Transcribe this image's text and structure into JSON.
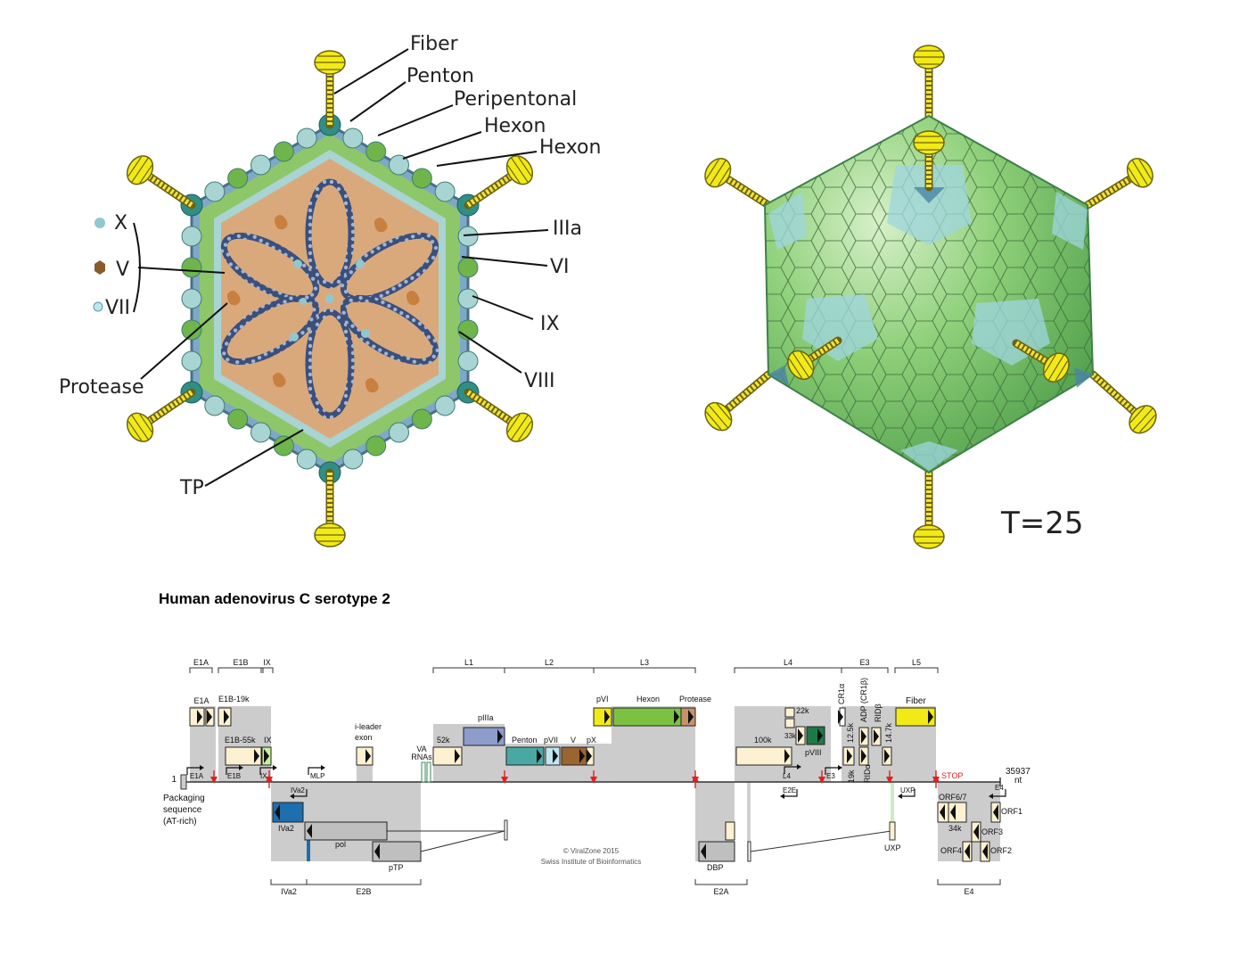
{
  "cross_section": {
    "labels": {
      "fiber": "Fiber",
      "penton": "Penton",
      "peripentonal": "Peripentonal",
      "hexon1": "Hexon",
      "hexon2": "Hexon",
      "iiia": "IIIa",
      "vi": "VI",
      "ix": "IX",
      "viii": "VIII",
      "x": "X",
      "v": "V",
      "vii": "VII",
      "protease": "Protease",
      "tp": "TP"
    },
    "colors": {
      "core": "#d9a97c",
      "hexon": "#a9d4d4",
      "green": "#7cbf55",
      "yellow": "#f5e23a",
      "dark_teal": "#2f8f86"
    }
  },
  "capsid_3d": {
    "t_number": "T=25",
    "colors": {
      "green": "#6cbd5a",
      "pale": "#cde9c2",
      "blue": "#9fd6e0"
    }
  },
  "genome": {
    "title": "Human adenovirus C serotype 2",
    "left_end": "1",
    "length_label": "35937",
    "length_unit": "nt",
    "packaging": [
      "Packaging",
      "sequence",
      "(AT-rich)"
    ],
    "stop_label": "STOP",
    "credit1": "© ViralZone 2015",
    "credit2": "Swiss Institute of Bioinformatics",
    "top_regions": [
      {
        "label": "E1A"
      },
      {
        "label": "E1B"
      },
      {
        "label": "IX"
      },
      {
        "label": "L1"
      },
      {
        "label": "L2"
      },
      {
        "label": "L3"
      },
      {
        "label": "L4"
      },
      {
        "label": "E3"
      },
      {
        "label": "L5"
      }
    ],
    "bottom_regions": [
      {
        "label": "IVa2"
      },
      {
        "label": "E2B"
      },
      {
        "label": "E2A"
      },
      {
        "label": "E4"
      }
    ],
    "genes": {
      "e1a": "E1A",
      "e1b19k": "E1B-19k",
      "e1b55k": "E1B-55k",
      "ix": "IX",
      "ileader": "i-leader",
      "exon": "exon",
      "va": "VA",
      "rnas": "RNAs",
      "k52": "52k",
      "piiia": "pIIIa",
      "penton": "Penton",
      "pvii": "pVII",
      "v": "V",
      "px": "pX",
      "pvi": "pVI",
      "hexon": "Hexon",
      "protease": "Protease",
      "k100": "100k",
      "k22": "22k",
      "k33": "33k",
      "pviii": "pVIII",
      "cr1a": "CR1α",
      "k125": "12.5k",
      "adp": "ADP (CR1β)",
      "ridb": "RIDβ",
      "k147": "14.7k",
      "rida": "RIDα",
      "k19": "19k",
      "fiber": "Fiber",
      "iva2": "IVa2",
      "pol": "pol",
      "ptp": "pTP",
      "dbp": "DBP",
      "uxp": "UXP",
      "orf67": "ORF6/7",
      "k34": "34k",
      "orf1": "ORF1",
      "orf3": "ORF3",
      "orf4": "ORF4",
      "orf2": "ORF2"
    },
    "promoters": {
      "e1a": "E1A",
      "e1b": "E1B",
      "ix": "IX",
      "mlp": "MLP",
      "iva2": "IVa2",
      "l4": "L4",
      "e2e": "E2E",
      "e3": "E3",
      "uxp": "UXP",
      "e4": "E4"
    },
    "colors": {
      "cream": "#fdf1d2",
      "lightgreen": "#c8f09a",
      "purple": "#8e9ccc",
      "teal": "#4aa8a2",
      "lightblue": "#bfe6ee",
      "brown": "#9b6530",
      "yellow": "#f2ea16",
      "green": "#7cc242",
      "tan": "#c9926a",
      "darkgreen": "#1b7a47",
      "blue": "#1d6fb0",
      "gray": "#bfbfbf",
      "shade": "#cccccc",
      "red": "#e02020"
    }
  }
}
